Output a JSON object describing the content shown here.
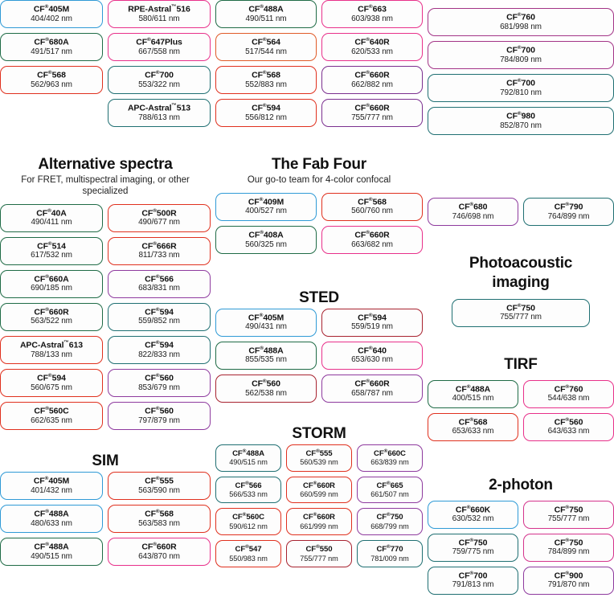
{
  "palette": {
    "blue": "#2f9ad6",
    "green": "#1f6b46",
    "teal": "#1f6f72",
    "red": "#e0301e",
    "orange": "#e05a28",
    "pink": "#e8308a",
    "magenta": "#d4338c",
    "purple": "#8e3a9e",
    "violet": "#7b2f8f",
    "darkred": "#a82330",
    "plum": "#a33487",
    "background": "#ffffff",
    "text": "#1a1a1a"
  },
  "unit": "nm",
  "sections": {
    "top_left": {
      "title": "",
      "subtitle": "",
      "columns": 2,
      "dyes": [
        {
          "name": "CF",
          "sup": "®",
          "code": "405M",
          "ex_em": "404/402 nm",
          "color": "blue"
        },
        {
          "name": "RPE-Astral",
          "sup": "™",
          "code": "516",
          "ex_em": "580/611 nm",
          "color": "pink"
        },
        {
          "name": "CF",
          "sup": "®",
          "code": "680A",
          "ex_em": "491/517 nm",
          "color": "green"
        },
        {
          "name": "CF",
          "sup": "®",
          "code": "647Plus",
          "ex_em": "667/558 nm",
          "color": "pink"
        },
        {
          "name": "CF",
          "sup": "®",
          "code": "568",
          "ex_em": "562/963 nm",
          "color": "red"
        },
        {
          "name": "CF",
          "sup": "®",
          "code": "700",
          "ex_em": "553/322 nm",
          "color": "teal"
        },
        {
          "name": "",
          "sup": "",
          "code": "",
          "ex_em": "",
          "color": "none"
        },
        {
          "name": "APC-Astral",
          "sup": "™",
          "code": "513",
          "ex_em": "788/613 nm",
          "color": "teal"
        }
      ]
    },
    "top_mid": {
      "columns": 2,
      "dyes": [
        {
          "name": "CF",
          "sup": "®",
          "code": "488A",
          "ex_em": "490/511 nm",
          "color": "green"
        },
        {
          "name": "CF",
          "sup": "®",
          "code": "663",
          "ex_em": "603/938 nm",
          "color": "pink"
        },
        {
          "name": "CF",
          "sup": "®",
          "code": "564",
          "ex_em": "517/544 nm",
          "color": "orange"
        },
        {
          "name": "CF",
          "sup": "®",
          "code": "640R",
          "ex_em": "620/533 nm",
          "color": "pink"
        },
        {
          "name": "CF",
          "sup": "®",
          "code": "568",
          "ex_em": "552/883 nm",
          "color": "red"
        },
        {
          "name": "CF",
          "sup": "®",
          "code": "660R",
          "ex_em": "662/882 nm",
          "color": "violet"
        },
        {
          "name": "CF",
          "sup": "®",
          "code": "594",
          "ex_em": "556/812 nm",
          "color": "red"
        },
        {
          "name": "CF",
          "sup": "®",
          "code": "660R",
          "ex_em": "755/777 nm",
          "color": "violet"
        }
      ]
    },
    "top_right": {
      "columns": 1,
      "dyes": [
        {
          "name": "CF",
          "sup": "®",
          "code": "760",
          "ex_em": "681/998 nm",
          "color": "plum"
        },
        {
          "name": "CF",
          "sup": "®",
          "code": "700",
          "ex_em": "784/809 nm",
          "color": "plum"
        },
        {
          "name": "CF",
          "sup": "®",
          "code": "700",
          "ex_em": "792/810 nm",
          "color": "teal"
        },
        {
          "name": "CF",
          "sup": "®",
          "code": "980",
          "ex_em": "852/870 nm",
          "color": "teal"
        }
      ]
    },
    "alternative_spectra": {
      "title": "Alternative spectra",
      "subtitle": "For FRET, multispectral imaging, or other specialized",
      "columns": 2,
      "dyes": [
        {
          "name": "CF",
          "sup": "®",
          "code": "40A",
          "ex_em": "490/411 nm",
          "color": "green"
        },
        {
          "name": "CF",
          "sup": "®",
          "code": "500R",
          "ex_em": "490/677 nm",
          "color": "red"
        },
        {
          "name": "CF",
          "sup": "®",
          "code": "514",
          "ex_em": "617/532 nm",
          "color": "green"
        },
        {
          "name": "CF",
          "sup": "®",
          "code": "666R",
          "ex_em": "811/733 nm",
          "color": "red"
        },
        {
          "name": "CF",
          "sup": "®",
          "code": "660A",
          "ex_em": "690/185 nm",
          "color": "green"
        },
        {
          "name": "CF",
          "sup": "®",
          "code": "566",
          "ex_em": "683/831 nm",
          "color": "purple"
        },
        {
          "name": "CF",
          "sup": "®",
          "code": "660R",
          "ex_em": "563/522 nm",
          "color": "green"
        },
        {
          "name": "CF",
          "sup": "®",
          "code": "594",
          "ex_em": "559/852 nm",
          "color": "teal"
        },
        {
          "name": "APC-Astral",
          "sup": "™",
          "code": "613",
          "ex_em": "788/133 nm",
          "color": "red"
        },
        {
          "name": "CF",
          "sup": "®",
          "code": "594",
          "ex_em": "822/833 nm",
          "color": "teal"
        },
        {
          "name": "CF",
          "sup": "®",
          "code": "594",
          "ex_em": "560/675 nm",
          "color": "red"
        },
        {
          "name": "CF",
          "sup": "®",
          "code": "560",
          "ex_em": "853/679 nm",
          "color": "purple"
        },
        {
          "name": "CF",
          "sup": "®",
          "code": "560C",
          "ex_em": "662/635 nm",
          "color": "red"
        },
        {
          "name": "CF",
          "sup": "®",
          "code": "560",
          "ex_em": "797/879 nm",
          "color": "purple"
        }
      ]
    },
    "sim": {
      "title": "SIM",
      "columns": 2,
      "dyes": [
        {
          "name": "CF",
          "sup": "®",
          "code": "405M",
          "ex_em": "401/432 nm",
          "color": "blue"
        },
        {
          "name": "CF",
          "sup": "®",
          "code": "555",
          "ex_em": "563/590 nm",
          "color": "red"
        },
        {
          "name": "CF",
          "sup": "®",
          "code": "488A",
          "ex_em": "480/633 nm",
          "color": "blue"
        },
        {
          "name": "CF",
          "sup": "®",
          "code": "568",
          "ex_em": "563/583 nm",
          "color": "red"
        },
        {
          "name": "CF",
          "sup": "®",
          "code": "488A",
          "ex_em": "490/515 nm",
          "color": "green"
        },
        {
          "name": "CF",
          "sup": "®",
          "code": "660R",
          "ex_em": "643/870 nm",
          "color": "pink"
        }
      ]
    },
    "fab_four": {
      "title": "The Fab Four",
      "subtitle": "Our go-to team for 4-color confocal",
      "columns": 2,
      "dyes": [
        {
          "name": "CF",
          "sup": "®",
          "code": "409M",
          "ex_em": "400/527 nm",
          "color": "blue"
        },
        {
          "name": "CF",
          "sup": "®",
          "code": "568",
          "ex_em": "560/760 nm",
          "color": "red"
        },
        {
          "name": "CF",
          "sup": "®",
          "code": "408A",
          "ex_em": "560/325 nm",
          "color": "green"
        },
        {
          "name": "CF",
          "sup": "®",
          "code": "660R",
          "ex_em": "663/682 nm",
          "color": "pink"
        }
      ]
    },
    "sted": {
      "title": "STED",
      "columns": 2,
      "dyes": [
        {
          "name": "CF",
          "sup": "®",
          "code": "405M",
          "ex_em": "490/431 nm",
          "color": "blue"
        },
        {
          "name": "CF",
          "sup": "®",
          "code": "594",
          "ex_em": "559/519 nm",
          "color": "darkred"
        },
        {
          "name": "CF",
          "sup": "®",
          "code": "488A",
          "ex_em": "855/535 nm",
          "color": "green"
        },
        {
          "name": "CF",
          "sup": "®",
          "code": "640",
          "ex_em": "653/630 nm",
          "color": "pink"
        },
        {
          "name": "CF",
          "sup": "®",
          "code": "560",
          "ex_em": "562/538 nm",
          "color": "darkred"
        },
        {
          "name": "CF",
          "sup": "®",
          "code": "660R",
          "ex_em": "658/787 nm",
          "color": "purple"
        }
      ]
    },
    "storm": {
      "title": "STORM",
      "columns": 3,
      "dyes": [
        {
          "name": "CF",
          "sup": "®",
          "code": "488A",
          "ex_em": "490/515 nm",
          "color": "teal"
        },
        {
          "name": "CF",
          "sup": "®",
          "code": "555",
          "ex_em": "560/539 nm",
          "color": "red"
        },
        {
          "name": "CF",
          "sup": "®",
          "code": "660C",
          "ex_em": "663/839 nm",
          "color": "purple"
        },
        {
          "name": "CF",
          "sup": "®",
          "code": "566",
          "ex_em": "566/533 nm",
          "color": "teal"
        },
        {
          "name": "CF",
          "sup": "®",
          "code": "660R",
          "ex_em": "660/599 nm",
          "color": "red"
        },
        {
          "name": "CF",
          "sup": "®",
          "code": "665",
          "ex_em": "661/507 nm",
          "color": "purple"
        },
        {
          "name": "CF",
          "sup": "®",
          "code": "560C",
          "ex_em": "590/612 nm",
          "color": "red"
        },
        {
          "name": "CF",
          "sup": "®",
          "code": "660R",
          "ex_em": "661/999 nm",
          "color": "red"
        },
        {
          "name": "CF",
          "sup": "®",
          "code": "750",
          "ex_em": "668/799 nm",
          "color": "purple"
        },
        {
          "name": "CF",
          "sup": "®",
          "code": "547",
          "ex_em": "550/983 nm",
          "color": "red"
        },
        {
          "name": "CF",
          "sup": "®",
          "code": "550",
          "ex_em": "755/777 nm",
          "color": "darkred"
        },
        {
          "name": "CF",
          "sup": "®",
          "code": "770",
          "ex_em": "781/009 nm",
          "color": "teal"
        }
      ]
    },
    "right_pair": {
      "columns": 2,
      "dyes": [
        {
          "name": "CF",
          "sup": "®",
          "code": "680",
          "ex_em": "746/698 nm",
          "color": "purple"
        },
        {
          "name": "CF",
          "sup": "®",
          "code": "790",
          "ex_em": "764/899 nm",
          "color": "teal"
        }
      ]
    },
    "photoacoustic": {
      "title_line1": "Photoacoustic",
      "title_line2": "imaging",
      "columns": 1,
      "dyes": [
        {
          "name": "CF",
          "sup": "®",
          "code": "750",
          "ex_em": "755/777 nm",
          "color": "teal"
        }
      ]
    },
    "tirf": {
      "title": "TIRF",
      "columns": 2,
      "dyes": [
        {
          "name": "CF",
          "sup": "®",
          "code": "488A",
          "ex_em": "400/515 nm",
          "color": "green"
        },
        {
          "name": "CF",
          "sup": "®",
          "code": "760",
          "ex_em": "544/638 nm",
          "color": "pink"
        },
        {
          "name": "CF",
          "sup": "®",
          "code": "568",
          "ex_em": "653/633 nm",
          "color": "red"
        },
        {
          "name": "CF",
          "sup": "®",
          "code": "560",
          "ex_em": "643/633 nm",
          "color": "pink"
        }
      ]
    },
    "two_photon": {
      "title": "2-photon",
      "columns": 2,
      "dyes": [
        {
          "name": "CF",
          "sup": "®",
          "code": "660K",
          "ex_em": "630/532 nm",
          "color": "blue"
        },
        {
          "name": "CF",
          "sup": "®",
          "code": "750",
          "ex_em": "755/777 nm",
          "color": "magenta"
        },
        {
          "name": "CF",
          "sup": "®",
          "code": "750",
          "ex_em": "759/775 nm",
          "color": "teal"
        },
        {
          "name": "CF",
          "sup": "®",
          "code": "750",
          "ex_em": "784/899 nm",
          "color": "magenta"
        },
        {
          "name": "CF",
          "sup": "®",
          "code": "700",
          "ex_em": "791/813 nm",
          "color": "teal"
        },
        {
          "name": "CF",
          "sup": "®",
          "code": "900",
          "ex_em": "791/870 nm",
          "color": "purple"
        }
      ]
    }
  }
}
